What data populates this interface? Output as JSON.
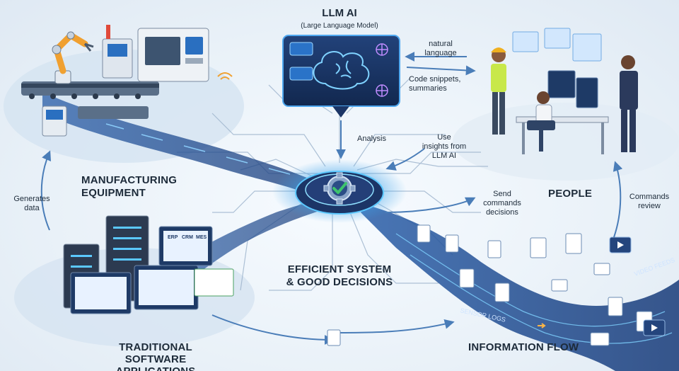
{
  "llm": {
    "title": "LLM AI",
    "subtitle": "(Large Language Model)"
  },
  "nodes": {
    "manufacturing": [
      "MANUFACTURING",
      "EQUIPMENT"
    ],
    "people": "PEOPLE",
    "software": [
      "TRADITIONAL",
      "SOFTWARE APPLICATIONS"
    ],
    "center": [
      "EFFICIENT SYSTEM",
      "& GOOD DECISIONS"
    ],
    "info_flow": "INFORMATION FLOW"
  },
  "arrows": {
    "natural_language": [
      "natural",
      "language"
    ],
    "code_snippets": [
      "Code snippets,",
      "summaries"
    ],
    "analysis": "Analysis",
    "use_insights": [
      "Use",
      "insights from",
      "LLM AI"
    ],
    "send_commands": [
      "Send",
      "commands",
      "decisions"
    ],
    "generates_data": [
      "Generates",
      "data"
    ],
    "commands_review": [
      "Commands",
      "review"
    ]
  },
  "stream_labels": {
    "video_feeds": "VIDEO FEEDS",
    "sensor_logs": "SENSOR LOGS"
  },
  "screen_tags": [
    "ERP",
    "CRM",
    "MES"
  ],
  "colors": {
    "accent": "#2f7fd0",
    "stream": "#3a6fb8",
    "stream_dark": "#1e3f7a",
    "glow": "#5bc8ff",
    "check": "#3ec46d",
    "panel": "#1b3566"
  }
}
